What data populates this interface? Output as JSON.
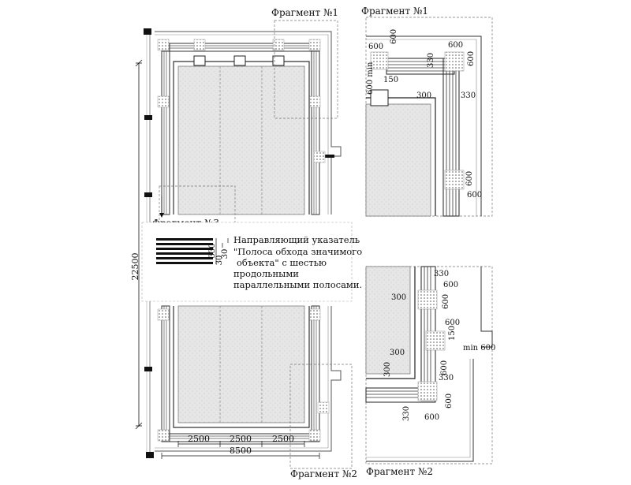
{
  "fragments": {
    "f1_main": "Фрагмент №1",
    "f1_detail": "Фрагмент №1",
    "f2_main": "Фрагмент №2",
    "f2_detail": "Фрагмент №2",
    "f3_main": "Фрагмент №3"
  },
  "plan": {
    "total_height": "22500",
    "bay_1": "2500",
    "bay_2": "2500",
    "bay_3": "2500",
    "total_width": "8500"
  },
  "legend": {
    "dim_330": "330",
    "dim_30a": "30",
    "dim_30b": "30",
    "text_line1": "Направляющий указатель",
    "text_line2": "\"Полоса обхода значимого",
    "text_line3": "объекта\" с шестью",
    "text_line4": "продольными",
    "text_line5": "параллельными полосами."
  },
  "detail1": {
    "d600_a": "600",
    "d600_b": "600",
    "d600_c": "600",
    "d600_d": "600",
    "d330_a": "330",
    "d150": "150",
    "d600min": "600 min",
    "d300": "300",
    "d330_b": "330",
    "d600_e": "600",
    "d600_f": "600"
  },
  "detail2": {
    "d330_a": "330",
    "d600_a": "600",
    "d300_a": "300",
    "d600_b": "600",
    "d600_c": "600",
    "d150": "150",
    "min600": "min 600",
    "d300_b": "300",
    "d600_d": "600",
    "d300_c": "300",
    "d330_b": "330",
    "d330_c": "330",
    "d600_e": "600",
    "d600_f": "600"
  }
}
